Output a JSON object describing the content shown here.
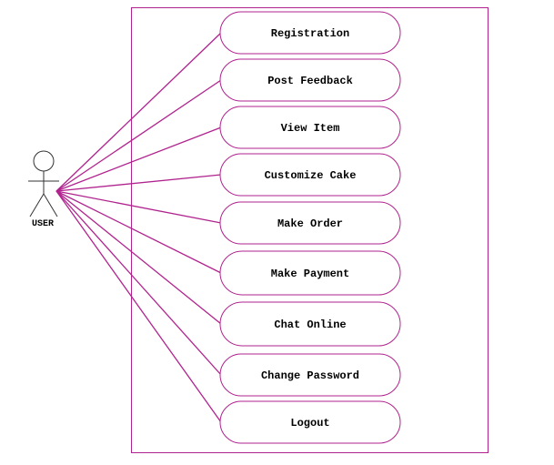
{
  "colors": {
    "accent": "#b0238e",
    "actor": "#333333",
    "text": "#000000",
    "background": "#ffffff"
  },
  "actor": {
    "label": "USER"
  },
  "use_cases": [
    {
      "label": "Registration"
    },
    {
      "label": "Post Feedback"
    },
    {
      "label": "View Item"
    },
    {
      "label": "Customize Cake"
    },
    {
      "label": "Make Order"
    },
    {
      "label": "Make Payment"
    },
    {
      "label": "Chat Online"
    },
    {
      "label": "Change Password"
    },
    {
      "label": "Logout"
    }
  ]
}
